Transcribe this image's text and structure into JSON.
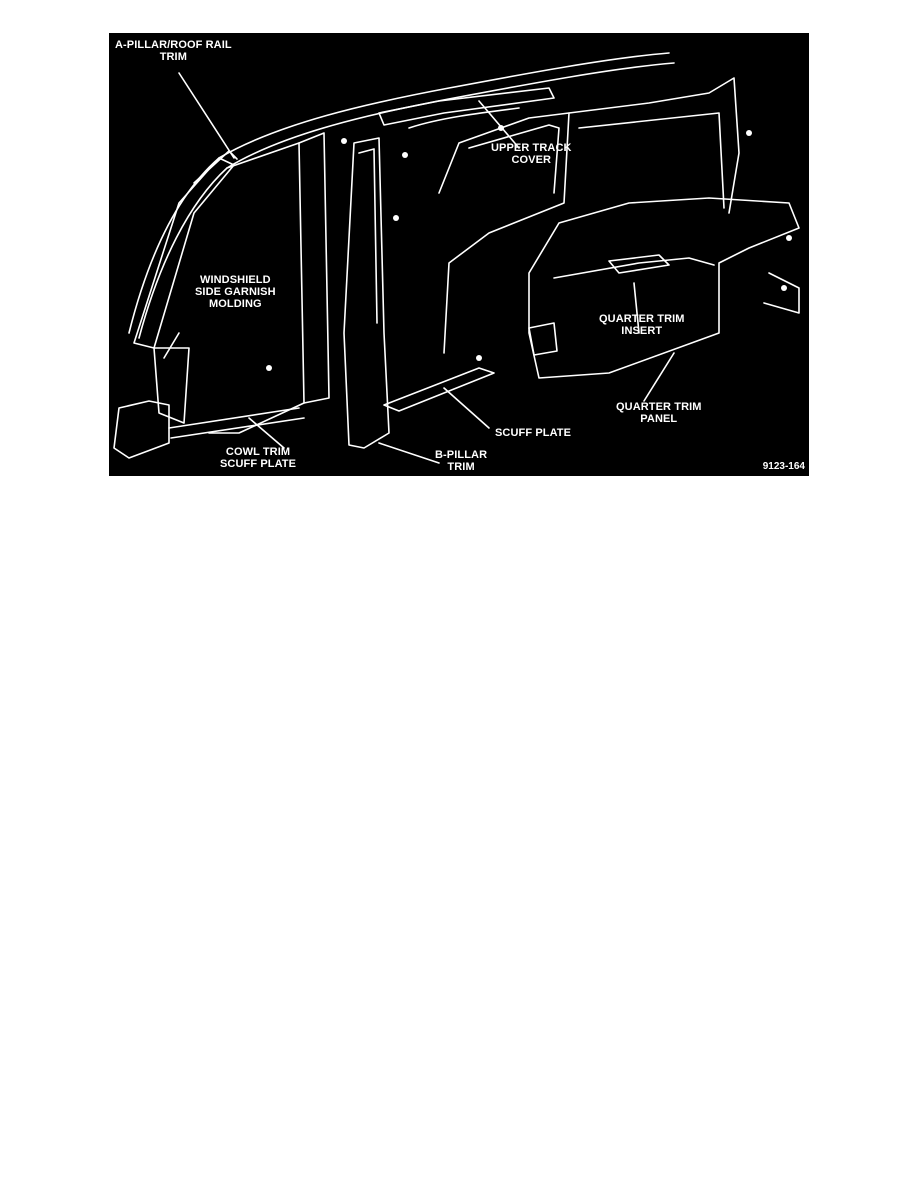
{
  "figure": {
    "id_label": "9123-164",
    "colors": {
      "background": "#000000",
      "linework": "#ffffff"
    },
    "labels": {
      "a_pillar": [
        "A-PILLAR/ROOF RAIL",
        "TRIM"
      ],
      "upper_track": [
        "UPPER TRACK",
        "COVER"
      ],
      "windshield": [
        "WINDSHIELD",
        "SIDE GARNISH",
        "MOLDING"
      ],
      "quarter_insert": [
        "QUARTER TRIM",
        "INSERT"
      ],
      "quarter_panel": [
        "QUARTER TRIM",
        "PANEL"
      ],
      "scuff_plate": [
        "SCUFF PLATE"
      ],
      "cowl_trim": [
        "COWL TRIM",
        "SCUFF PLATE"
      ],
      "b_pillar": [
        "B-PILLAR",
        "TRIM"
      ]
    }
  }
}
